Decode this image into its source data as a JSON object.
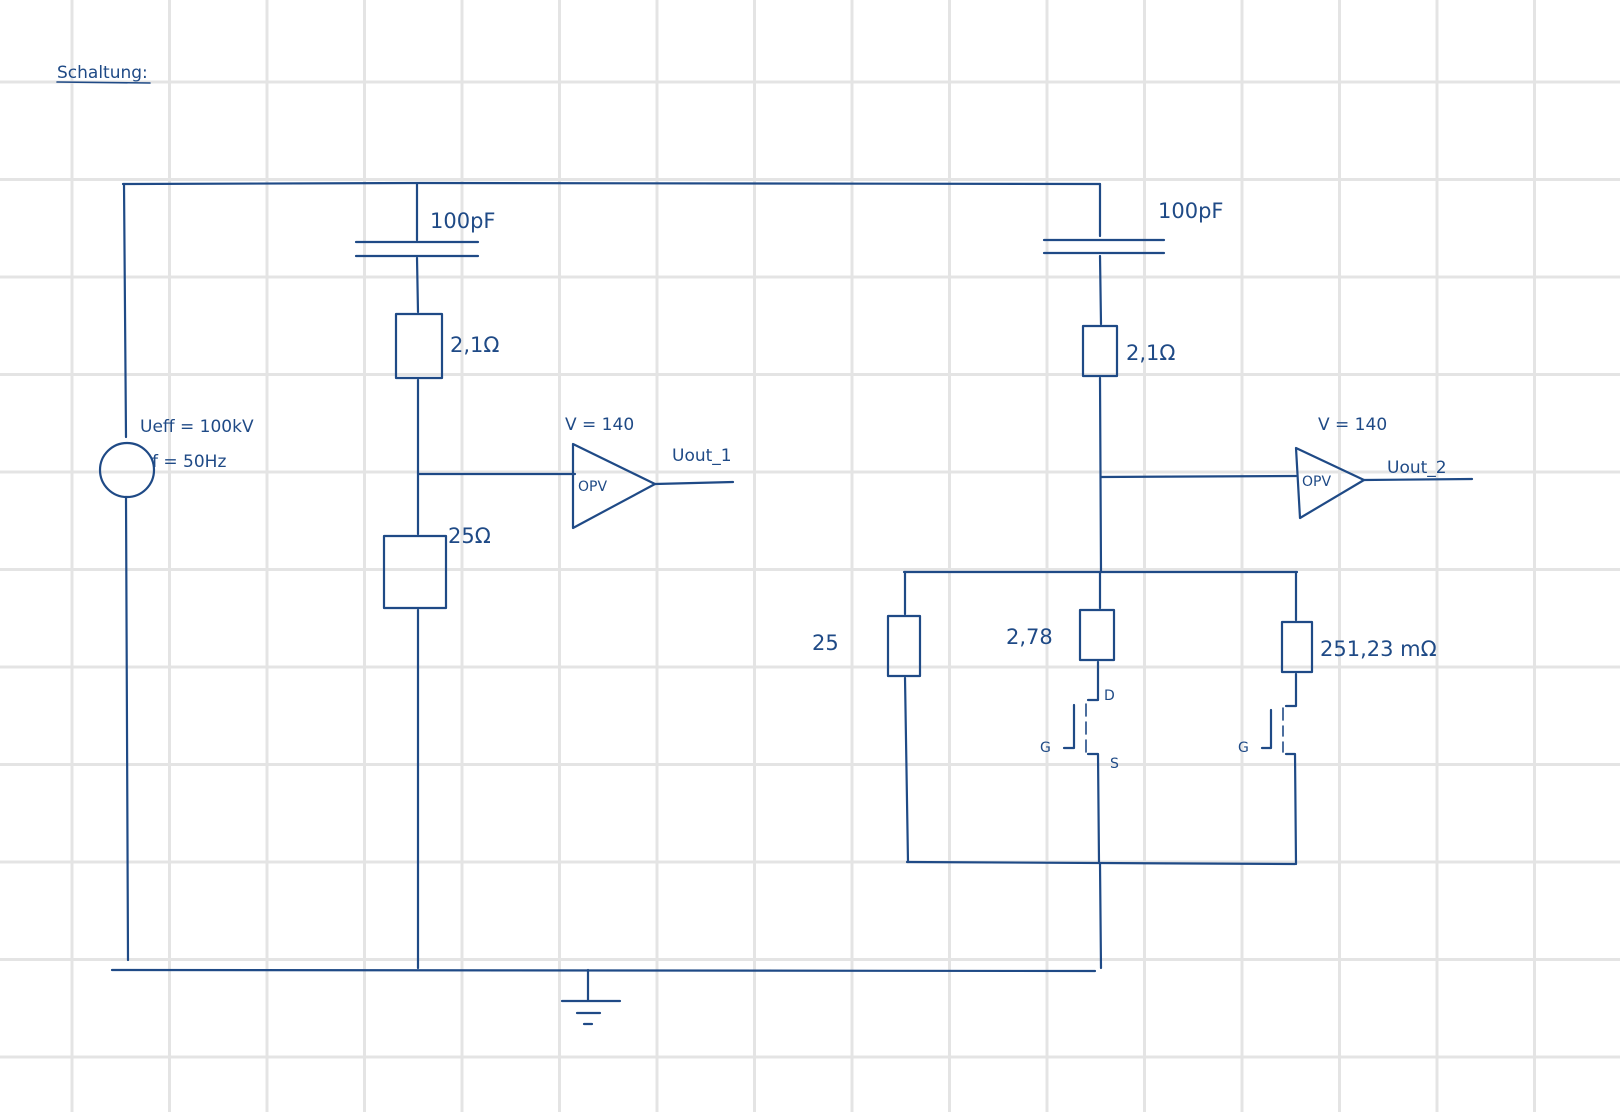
{
  "title": "Schaltung:",
  "source": {
    "line1": "Ueff = 100kV",
    "line2": "f = 50Hz"
  },
  "left_branch": {
    "capacitor": "100pF",
    "resistor_top": "2,1Ω",
    "resistor_bottom": "25Ω",
    "amp_gain": "V = 140",
    "amp_label": "OPV",
    "amp_output": "Uout_1"
  },
  "right_branch": {
    "capacitor": "100pF",
    "resistor_top": "2,1Ω",
    "amp_gain": "V = 140",
    "amp_label": "OPV",
    "amp_output": "Uout_2",
    "r_left": "25",
    "r_mid": "2,78",
    "r_right": "251,23 mΩ",
    "fet1": {
      "gate": "G",
      "drain": "D",
      "source": "S"
    },
    "fet2": {
      "gate": "G"
    }
  },
  "colors": {
    "ink": "#1f4a86",
    "grid": "#e4e4e4"
  }
}
